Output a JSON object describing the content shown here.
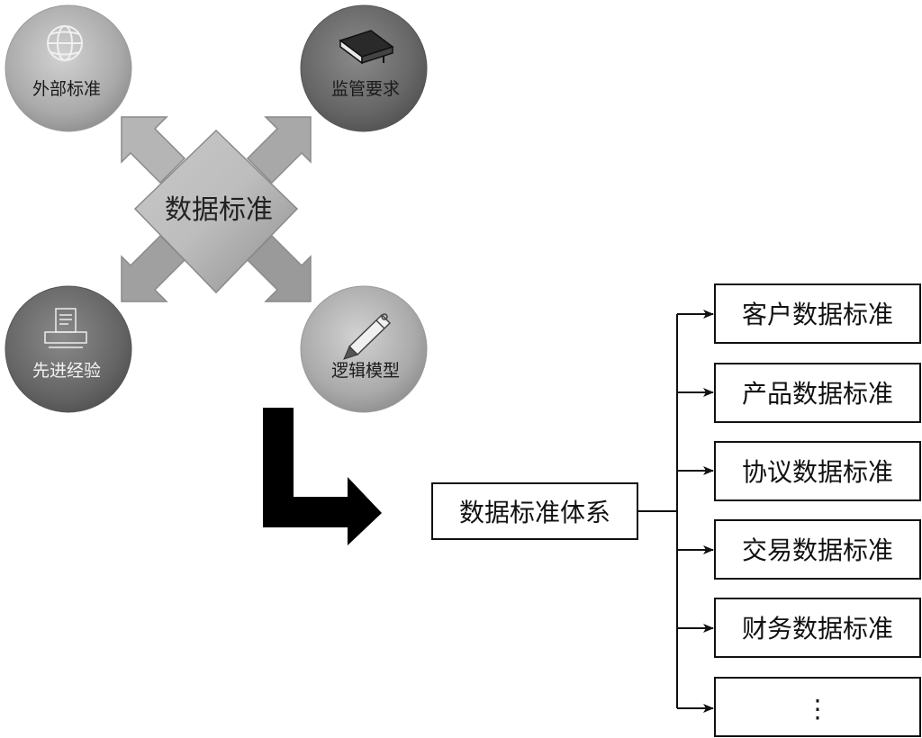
{
  "center": {
    "label": "数据标准"
  },
  "sources": [
    {
      "label": "外部标准",
      "icon": "globe-icon",
      "fill": "#a9a9a9",
      "text": "#1a1a1a"
    },
    {
      "label": "监管要求",
      "icon": "book-icon",
      "fill": "#6e6e6e",
      "text": "#1a1a1a"
    },
    {
      "label": "先进经验",
      "icon": "printer-icon",
      "fill": "#6e6e6e",
      "text": "#f2f2f2"
    },
    {
      "label": "逻辑模型",
      "icon": "pen-icon",
      "fill": "#a9a9a9",
      "text": "#1a1a1a"
    }
  ],
  "system": {
    "label": "数据标准体系"
  },
  "children": [
    {
      "label": "客户数据标准"
    },
    {
      "label": "产品数据标准"
    },
    {
      "label": "协议数据标准"
    },
    {
      "label": "交易数据标准"
    },
    {
      "label": "财务数据标准"
    },
    {
      "label": "⋮"
    }
  ]
}
